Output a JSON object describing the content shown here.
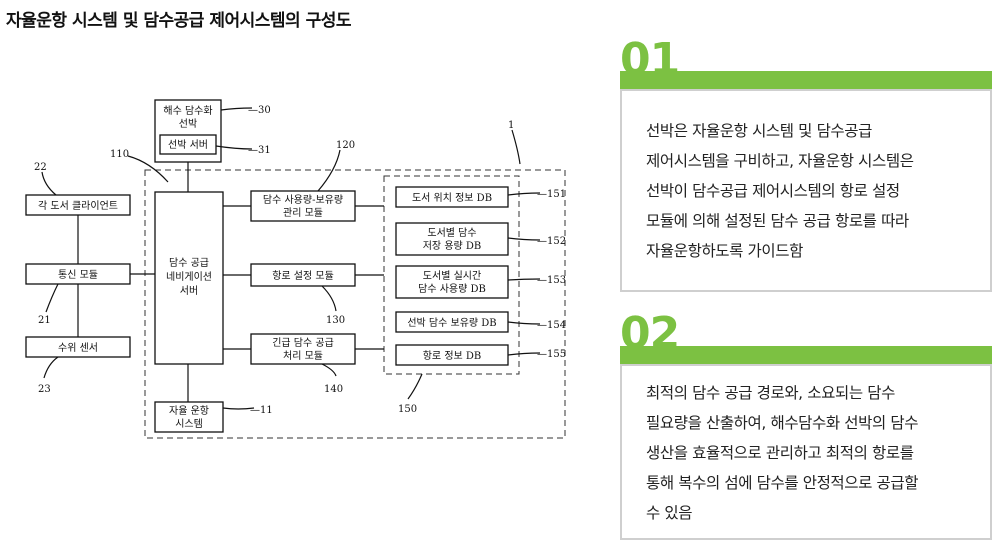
{
  "title": "자율운항 시스템 및 담수공급 제어시스템의 구성도",
  "diagram": {
    "blocks": {
      "ship": [
        "해수 담수화",
        "선박"
      ],
      "ship_server": "선박 서버",
      "client": "각 도서 클라이언트",
      "comm": "통신 모듈",
      "water_sensor": "수위 센서",
      "nav_server": [
        "담수 공급",
        "네비게이션",
        "서버"
      ],
      "autonomous": [
        "자율 운항",
        "시스템"
      ],
      "usage_module": [
        "담수 사용량-보유량",
        "관리 모듈"
      ],
      "route_module": "항로 설정 모듈",
      "emergency_module": [
        "긴급 담수 공급",
        "처리 모듈"
      ],
      "db1": "도서 위치 정보 DB",
      "db2": [
        "도서별 담수",
        "저장 용량 DB"
      ],
      "db3": [
        "도서별 실시간",
        "담수 사용량 DB"
      ],
      "db4": "선박 담수 보유량 DB",
      "db5": "항로 정보 DB"
    },
    "refs": {
      "r1": "1",
      "r11": "11",
      "r21": "21",
      "r22": "22",
      "r23": "23",
      "r30": "30",
      "r31": "31",
      "r110": "110",
      "r120": "120",
      "r130": "130",
      "r140": "140",
      "r150": "150",
      "r151": "151",
      "r152": "152",
      "r153": "153",
      "r154": "154",
      "r155": "155"
    }
  },
  "cards": [
    {
      "number": "01",
      "lines": [
        "선박은 자율운항 시스템 및 담수공급",
        "제어시스템을 구비하고, 자율운항 시스템은",
        "선박이 담수공급 제어시스템의 항로 설정",
        "모듈에 의해 설정된 담수 공급 항로를 따라",
        "자율운항하도록 가이드함"
      ]
    },
    {
      "number": "02",
      "lines": [
        "최적의 담수 공급 경로와, 소요되는 담수",
        "필요량을 산출하여, 해수담수화 선박의 담수",
        "생산을 효율적으로 관리하고 최적의 항로를",
        "통해 복수의 섬에 담수를 안정적으로 공급할",
        "수 있음"
      ]
    }
  ],
  "colors": {
    "accent": "#7cc142",
    "card_border": "#cfcfcf"
  }
}
